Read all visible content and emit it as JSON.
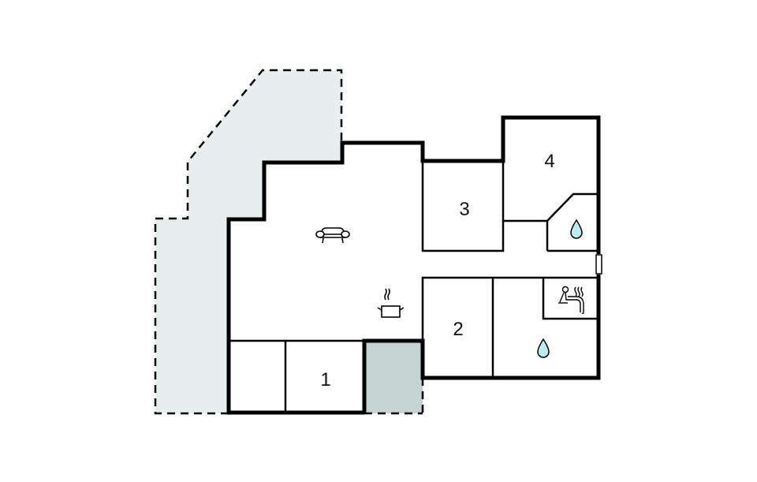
{
  "floor_plan": {
    "colors": {
      "wall": "#000000",
      "terrace_fill": "#e8eeee",
      "storage_fill": "#c6d3d3",
      "water_fill": "#bdebf2",
      "background": "#ffffff"
    },
    "rooms": [
      {
        "id": "bedroom-1",
        "label": "1",
        "type": "bedroom"
      },
      {
        "id": "bedroom-2",
        "label": "2",
        "type": "bedroom"
      },
      {
        "id": "bedroom-3",
        "label": "3",
        "type": "bedroom"
      },
      {
        "id": "bedroom-4",
        "label": "4",
        "type": "bedroom"
      }
    ],
    "icons": [
      {
        "name": "sofa-icon",
        "room": "living-room"
      },
      {
        "name": "cooking-pot-icon",
        "room": "kitchen"
      },
      {
        "name": "water-drop-icon",
        "room": "bathroom-small"
      },
      {
        "name": "water-drop-icon",
        "room": "bathroom-large"
      },
      {
        "name": "sauna-icon",
        "room": "sauna"
      }
    ],
    "areas": [
      {
        "id": "terrace",
        "type": "outdoor-terrace",
        "style": "dashed"
      },
      {
        "id": "storage",
        "type": "shaded-storage"
      },
      {
        "id": "living-room",
        "type": "living-kitchen"
      },
      {
        "id": "hallway",
        "type": "hallway"
      }
    ]
  }
}
